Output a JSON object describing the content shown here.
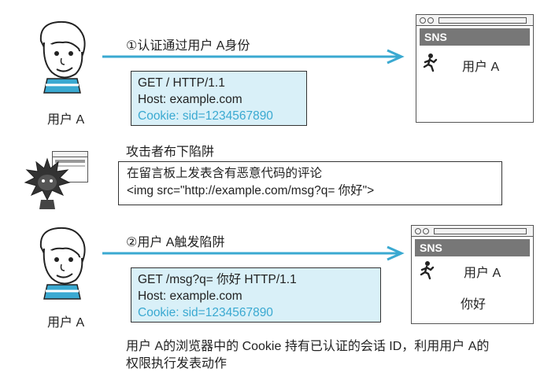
{
  "step1": {
    "user_label": "用户 A",
    "arrow_label": "①认证通过用户 A身份",
    "request": {
      "line1": "GET / HTTP/1.1",
      "line2": "Host: example.com",
      "line3": "Cookie: sid=1234567890"
    },
    "window": {
      "header": "SNS",
      "user_text": "用户 A"
    }
  },
  "attacker": {
    "caption": "攻击者布下陷阱",
    "notice_line1": "在留言板上发表含有恶意代码的评论",
    "notice_line2": "<img src=\"http://example.com/msg?q= 你好\">"
  },
  "step2": {
    "user_label": "用户 A",
    "arrow_label": "②用户 A触发陷阱",
    "request": {
      "line1": "GET /msg?q= 你好 HTTP/1.1",
      "line2": "Host: example.com",
      "line3": "Cookie: sid=1234567890"
    },
    "window": {
      "header": "SNS",
      "user_text": "用户 A",
      "post_text": "你好"
    }
  },
  "footer": {
    "line1": "用户 A的浏览器中的 Cookie 持有已认证的会话 ID，利用用户 A的",
    "line2": "权限执行发表动作"
  },
  "colors": {
    "arrow": "#3aa9d1",
    "request_bg": "#d9f0f8",
    "cookie_text": "#3aa9d1",
    "sns_bar": "#777777"
  }
}
